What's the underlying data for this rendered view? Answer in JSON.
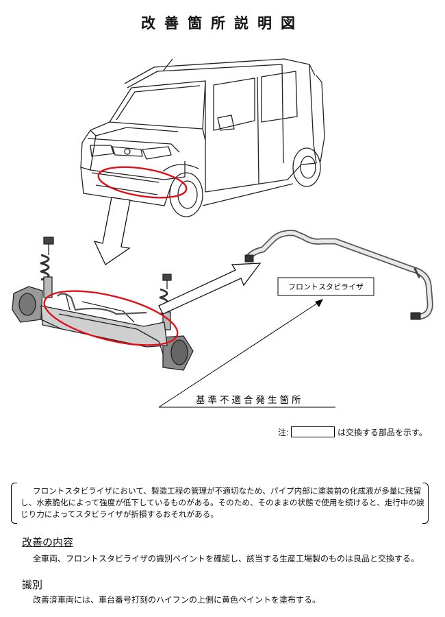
{
  "title": "改善箇所説明図",
  "labels": {
    "part_name": "フロントスタビライザ",
    "defect_location": "基準不適合発生箇所"
  },
  "note": {
    "prefix": "注:",
    "suffix": "は交換する部品を示す。"
  },
  "description": "フロントスタビライザにおいて、製造工程の管理が不適切なため、パイプ内部に塗装前の化成液が多量に残留し、水素脆化によって強度が低下しているものがある。そのため、そのままの状態で使用を続けると、走行中の捩じり力によってスタビライザが折損するおそれがある。",
  "remedy": {
    "heading": "改善の内容",
    "text": "全車両、フロントスタビライザの識別ペイントを確認し、該当する生産工場製のものは良品と交換する。"
  },
  "identification": {
    "heading": "識別",
    "text": "改善済車両には、車台番号打刻のハイフンの上側に黄色ペイントを塗布する。"
  },
  "colors": {
    "highlight_ellipse": "#e0101a",
    "line_art": "#222222"
  }
}
